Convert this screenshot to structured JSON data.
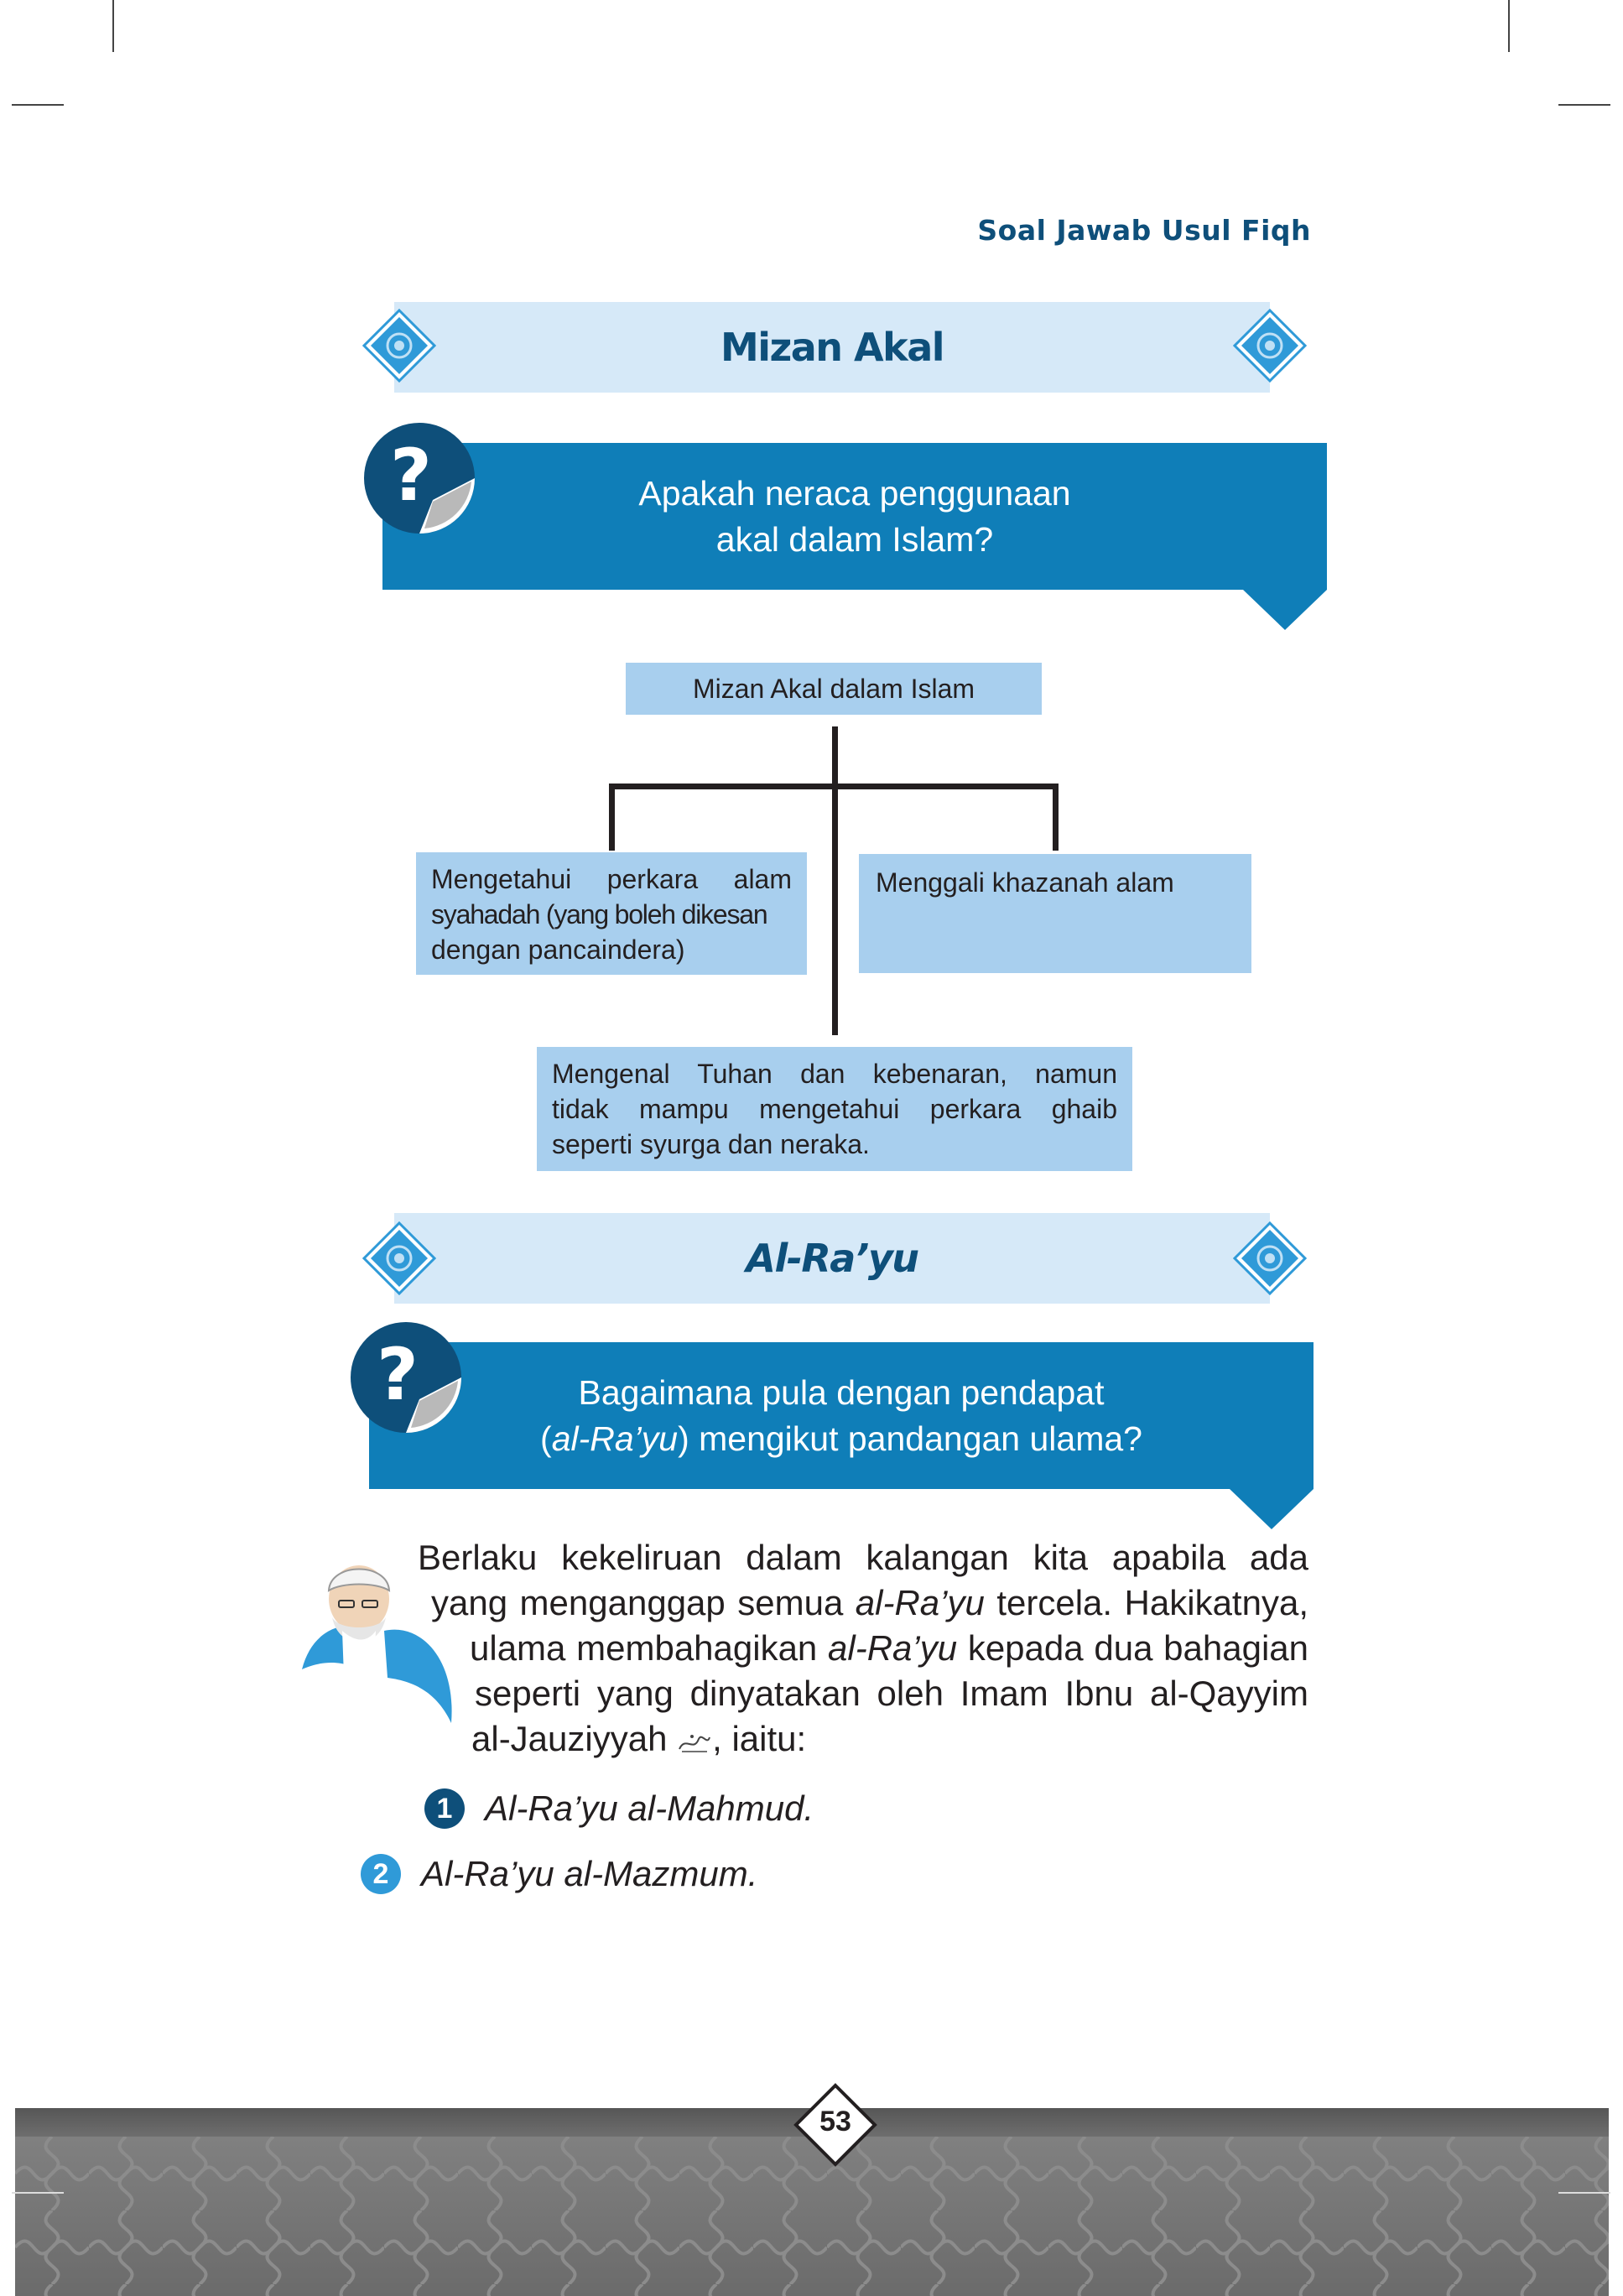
{
  "running_head": "Soal Jawab Usul Fiqh",
  "section1": {
    "title": "Mizan Akal",
    "question_line1": "Apakah neraca penggunaan",
    "question_line2": "akal dalam Islam?"
  },
  "diagram": {
    "root": "Mizan Akal dalam Islam",
    "left_line1": "Mengetahui perkara alam",
    "left_line2": "syahadah (yang boleh dikesan",
    "left_line3": "dengan pancaindera)",
    "right": "Menggali khazanah alam",
    "bottom_line1": "Mengenal Tuhan dan kebenaran, namun",
    "bottom_line2": "tidak mampu mengetahui perkara ghaib",
    "bottom_line3": "seperti syurga dan neraka."
  },
  "section2": {
    "title": "Al-Ra’yu",
    "question_line1": "Bagaimana pula dengan pendapat",
    "question_line2_open": "(",
    "question_line2_term": "al-Ra’yu",
    "question_line2_rest": ") mengikut pandangan ulama?"
  },
  "body": {
    "line1": "Berlaku kekeliruan dalam kalangan kita apabila ada",
    "line2_a": "yang menganggap semua ",
    "line2_term": "al-Ra’yu",
    "line2_b": " tercela. Hakikatnya,",
    "line3_a": "ulama membahagikan ",
    "line3_term": "al-Ra’yu",
    "line3_b": " kepada dua bahagian",
    "line4": "seperti yang dinyatakan oleh Imam Ibnu al-Qayyim",
    "line5_a": "al-Jauziyyah ",
    "line5_b": ", iaitu:"
  },
  "list": [
    {
      "number": "1",
      "text": "Al-Ra’yu al-Mahmud."
    },
    {
      "number": "2",
      "text": "Al-Ra’yu al-Mazmum."
    }
  ],
  "page_number": "53",
  "colors": {
    "dark_blue": "#0e4f7a",
    "banner_blue": "#0f7eb8",
    "light_band": "#d6e9f8",
    "node_blue": "#a8cfee",
    "accent_blue": "#2f9ad8"
  }
}
